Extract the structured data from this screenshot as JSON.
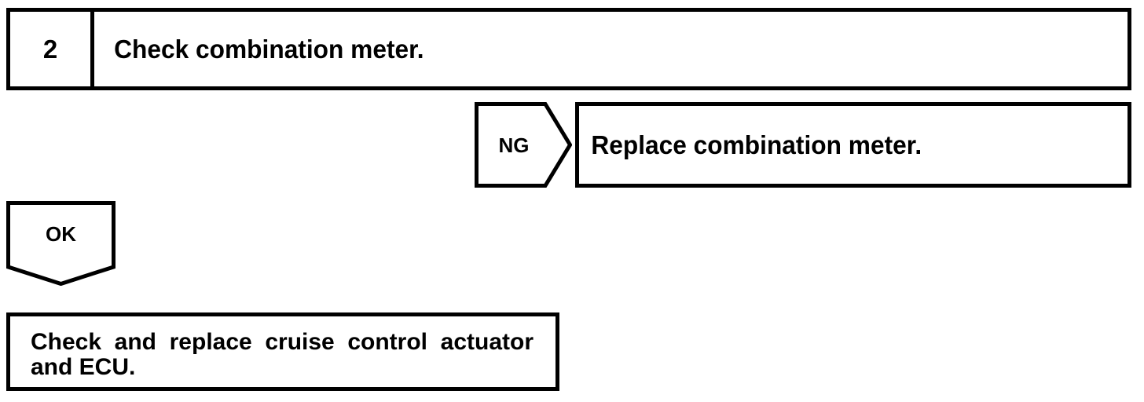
{
  "diagram": {
    "type": "troubleshooting-flowchart",
    "colors": {
      "stroke": "#000000",
      "background": "#ffffff",
      "text": "#000000"
    }
  },
  "step": {
    "number": "2",
    "instruction": "Check combination meter."
  },
  "branches": {
    "ng": {
      "label": "NG",
      "direction": "right",
      "result_text": "Replace combination meter."
    },
    "ok": {
      "label": "OK",
      "direction": "down"
    }
  },
  "final_action": {
    "line1": "Check and replace cruise control actuator",
    "line2": "and ECU.",
    "full_text": "Check and replace cruise control actuator and ECU."
  }
}
